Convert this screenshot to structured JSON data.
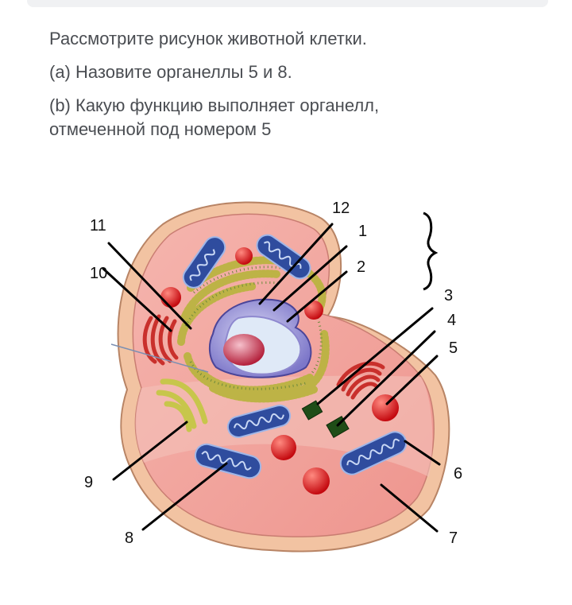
{
  "question": {
    "intro": "Рассмотрите рисунок животной клетки.",
    "part_a": "(a) Назовите органеллы 5 и 8.",
    "part_b_line1": "(b) Какую функцию выполняет органелл,",
    "part_b_line2": "отмеченной под номером 5"
  },
  "diagram": {
    "labels": [
      "1",
      "2",
      "3",
      "4",
      "5",
      "6",
      "7",
      "8",
      "9",
      "10",
      "11",
      "12"
    ]
  },
  "colors": {
    "membrane_outer": "#f3c8a8",
    "cytoplasm": "#f2a9a2",
    "mitochondria": "#2f4c9e",
    "lysosome": "#d8141b",
    "golgi": "#c9302c",
    "centriole": "#1f4d17",
    "er": "#c7c64b",
    "nucleus": "#9b95d6",
    "nucleolus": "#c0263b"
  }
}
